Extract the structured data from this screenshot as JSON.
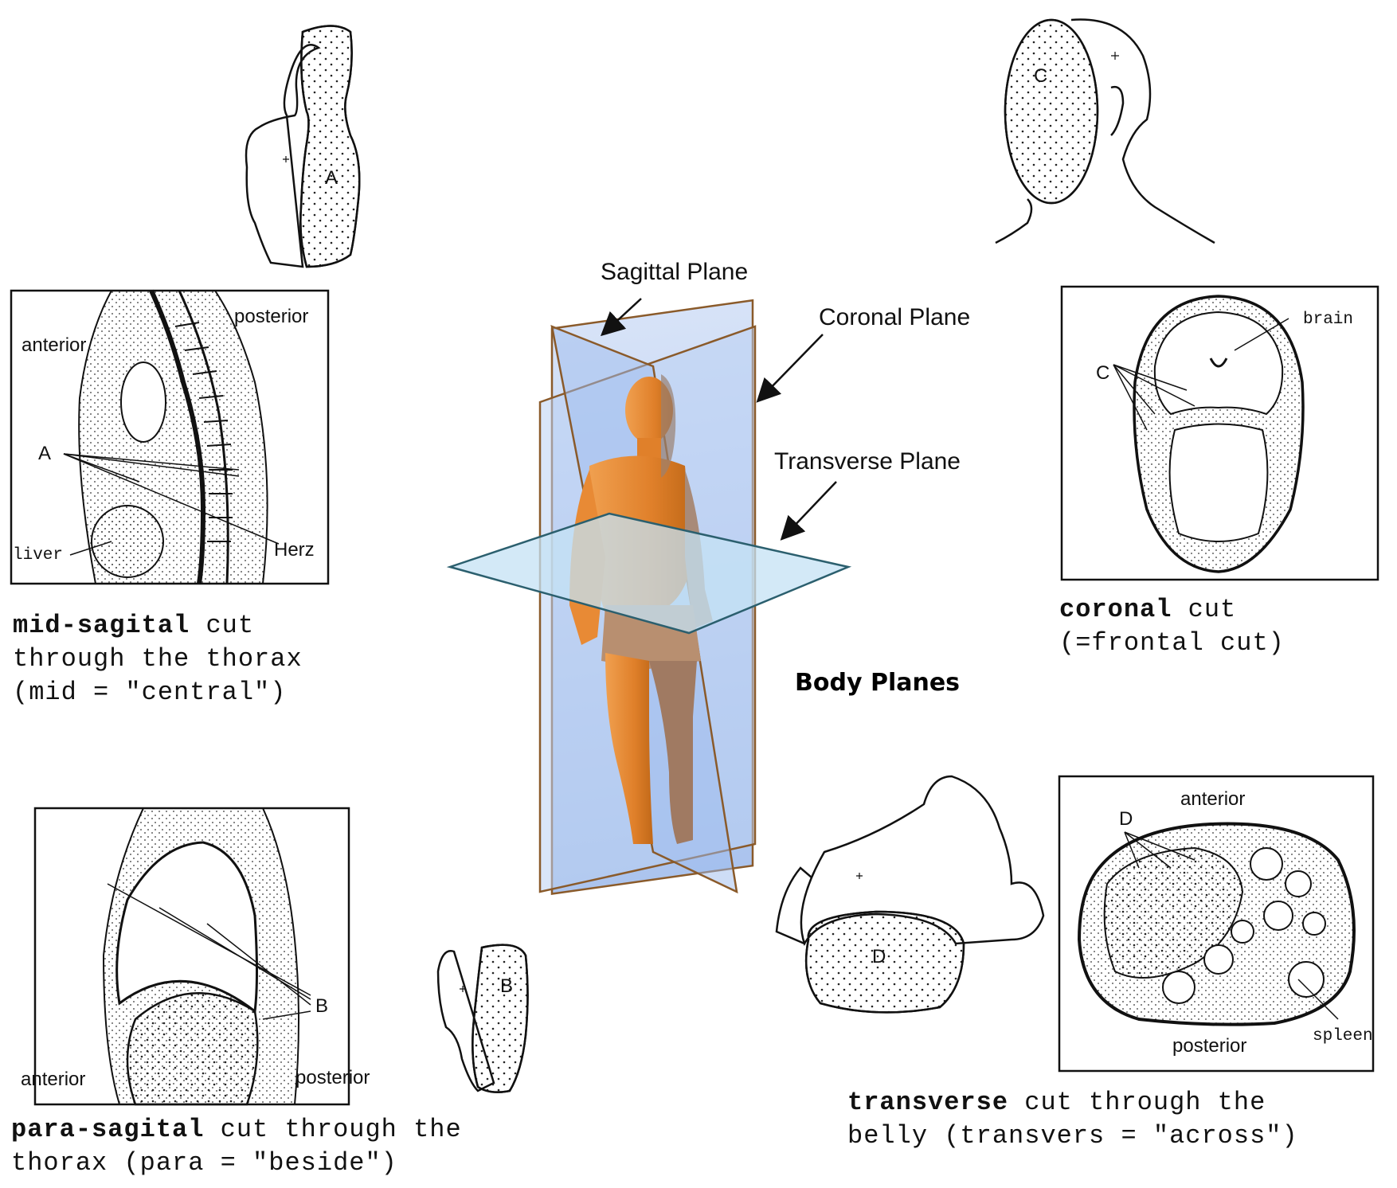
{
  "center": {
    "title": "Body Planes",
    "sagittal_label": "Sagittal Plane",
    "coronal_label": "Coronal Plane",
    "transverse_label": "Transverse Plane"
  },
  "mid_sagittal": {
    "anterior": "anterior",
    "posterior": "posterior",
    "letter": "A",
    "liver": "liver",
    "heart": "Herz",
    "caption_bold": "mid-sagital",
    "caption_rest_1": " cut",
    "caption_line_2": "through the thorax",
    "caption_line_3": "(mid = \"central\")",
    "figure_letter": "A"
  },
  "coronal": {
    "brain": "brain",
    "letter": "C",
    "figure_letter": "C",
    "caption_bold": "coronal",
    "caption_rest_1": " cut",
    "caption_line_2": "(=frontal cut)"
  },
  "para_sagittal": {
    "anterior": "anterior",
    "posterior": "posterior",
    "letter": "B",
    "figure_letter": "B",
    "caption_bold": "para-sagital",
    "caption_rest_1": " cut through the",
    "caption_line_2": "thorax (para = \"beside\")"
  },
  "transverse": {
    "anterior": "anterior",
    "posterior": "posterior",
    "letter": "D",
    "figure_letter": "D",
    "spleen": "spleen",
    "caption_bold": "transverse",
    "caption_rest_1": " cut through the",
    "caption_line_2": "belly (transvers = \"across\")"
  },
  "colors": {
    "plane_fill": "#a9c3ee",
    "plane_edge": "#8a5a2a",
    "skin": "#e8923a",
    "skin_shadow": "#9a8070",
    "line": "#111111"
  }
}
